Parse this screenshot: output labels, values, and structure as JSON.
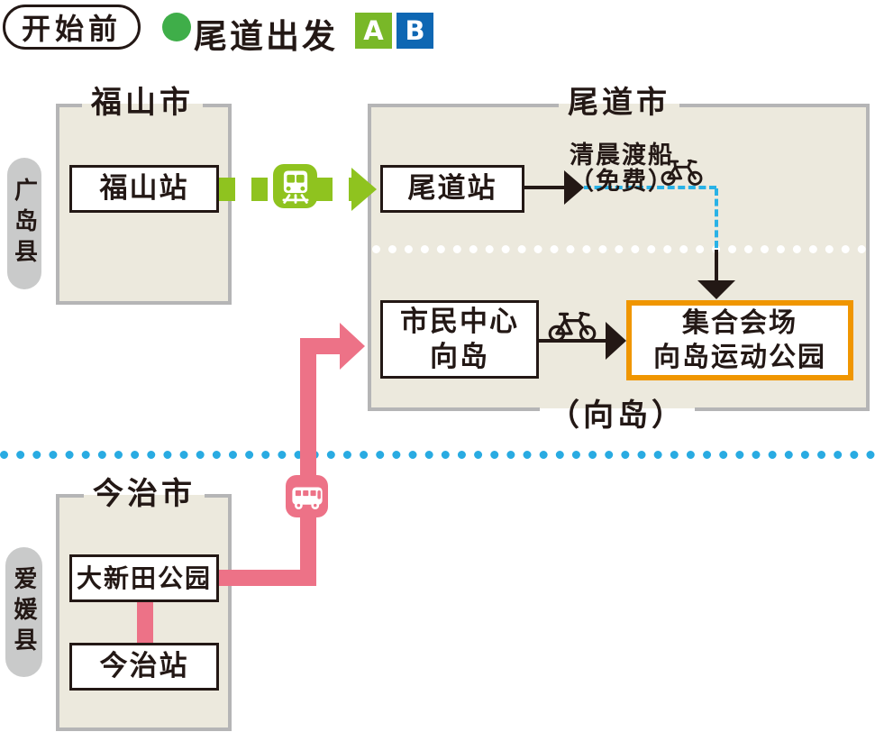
{
  "header": {
    "stage_label": "开始前",
    "legend_label": "尾道出发",
    "badge_a": "A",
    "badge_b": "B"
  },
  "prefectures": {
    "hiroshima": "广岛县",
    "ehime": "爱媛县"
  },
  "cities": {
    "fukuyama": "福山市",
    "onomichi": "尾道市",
    "imabari": "今治市"
  },
  "nodes": {
    "fukuyama_station": "福山站",
    "onomichi_station": "尾道站",
    "civic_center": [
      "市民中心",
      "向岛"
    ],
    "venue": [
      "集合会场",
      "向岛运动公园"
    ],
    "oshinden_park": "大新田公园",
    "imabari_station": "今治站"
  },
  "annotations": {
    "ferry_note": [
      "清晨渡船",
      "（免费）"
    ],
    "mukaishima": "（向岛）"
  },
  "icons": {
    "train": "train front glyph on green rounded chip",
    "bus": "bus side glyph on pink rounded chip",
    "bicycle": "black bicycle outline glyph"
  },
  "colors": {
    "route_green": "#8fc31f",
    "legend_dot_green": "#3fae49",
    "badge_a_green": "#79b828",
    "badge_b_blue": "#0e67b3",
    "route_pink": "#ed7287",
    "dashed_cyan": "#29b2e6",
    "divider_cyan": "#29abe2",
    "venue_orange": "#f09600",
    "area_beige": "#ece9dd",
    "area_border_gray": "#b5b5b6",
    "ink": "#231815",
    "capsule_gray": "#c9caca"
  }
}
